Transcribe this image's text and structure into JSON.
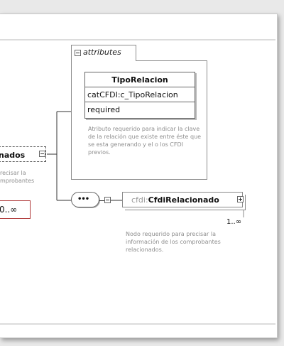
{
  "attributes_group": {
    "label": "attributes",
    "attribute": {
      "name": "TipoRelacion",
      "type": "catCFDI:c_TipoRelacion",
      "use": "required",
      "doc": "Atributo requerido para indicar la clave de la relación que existe entre éste que se esta generando y el o los CFDI previos."
    }
  },
  "parent_element": {
    "label": "nados",
    "doc": "recisar la\nmprobantes",
    "cardinality": "0..∞"
  },
  "sequence": {
    "icon": "sequence-icon"
  },
  "child_element": {
    "prefix": "cfdi:",
    "name": "CfdiRelacionado",
    "cardinality": "1..∞",
    "doc": "Nodo requerido para precisar la información de los comprobantes relacionados."
  },
  "colors": {
    "cardinality_border": "#b03a3a",
    "doc_text": "#8e8e8e"
  }
}
